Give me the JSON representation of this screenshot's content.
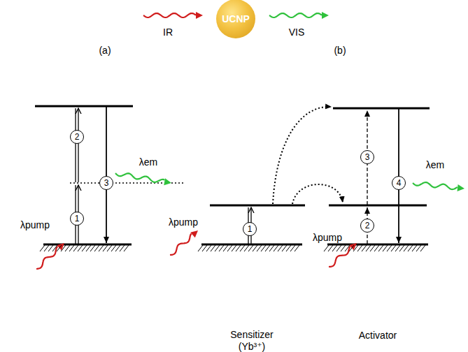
{
  "diagram": {
    "nodes": [
      {
        "text": [
          "UCNP"
        ]
      },
      {
        "text": [
          "2"
        ]
      },
      {
        "text": [
          "3"
        ]
      },
      {
        "text": [
          "1"
        ]
      },
      {
        "text": [
          "3"
        ]
      },
      {
        "text": [
          "4"
        ]
      },
      {
        "text": [
          "1"
        ]
      },
      {
        "text": [
          "2"
        ]
      }
    ],
    "labels": [
      "IR",
      "VIS",
      "(a)",
      "(b)",
      "λem",
      "λpump",
      "λpump",
      "λem",
      "λpump",
      "Sensitizer (Yb³⁺)",
      "Activator"
    ]
  }
}
